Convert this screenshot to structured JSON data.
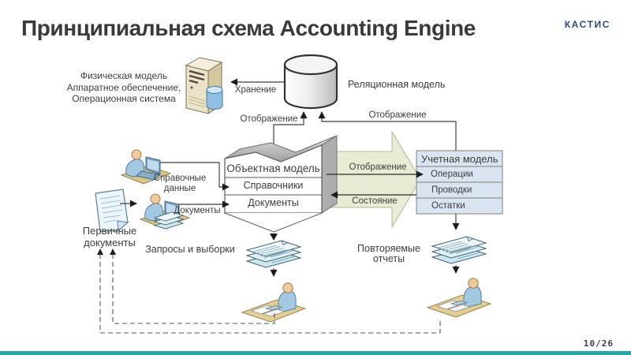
{
  "header": {
    "title": "Принципиальная схема Accounting Engine",
    "logo": "КАСТИС"
  },
  "footer": {
    "page": "10/26"
  },
  "colors": {
    "accent_bar": "#28a5a6",
    "logo": "#2b4a78",
    "accounting_box_fill": "#dbe5f1",
    "flow_arrow_fill": "#e9ecd4",
    "title_text": "#3a3a3a"
  },
  "icons": [
    "server-icon",
    "database-icon",
    "user-computer-icon",
    "document-page-icon",
    "paper-stack-icon",
    "user-desk-icon"
  ],
  "diagram": {
    "physical_model": {
      "line1": "Физическая модель",
      "line2": "Аппаратное обеспечение,",
      "line3": "Операционная система"
    },
    "storage": "Хранение",
    "relational_model": "Реляционная модель",
    "mapping_db_left": "Отображение",
    "mapping_db_right": "Отображение",
    "mapping_to_accounting": "Отображение",
    "state": "Состояние",
    "object_model": {
      "title": "Объектная модель",
      "row1": "Справочники",
      "row2": "Документы"
    },
    "accounting_model": {
      "title": "Учетная модель",
      "row1": "Операции",
      "row2": "Проводки",
      "row3": "Остатки"
    },
    "reference_data": "Справочные данные",
    "documents": "Документы",
    "primary_documents": {
      "line1": "Первичные",
      "line2": "документы"
    },
    "queries": "Запросы и выборки",
    "reports": "Повторяемые отчеты"
  }
}
